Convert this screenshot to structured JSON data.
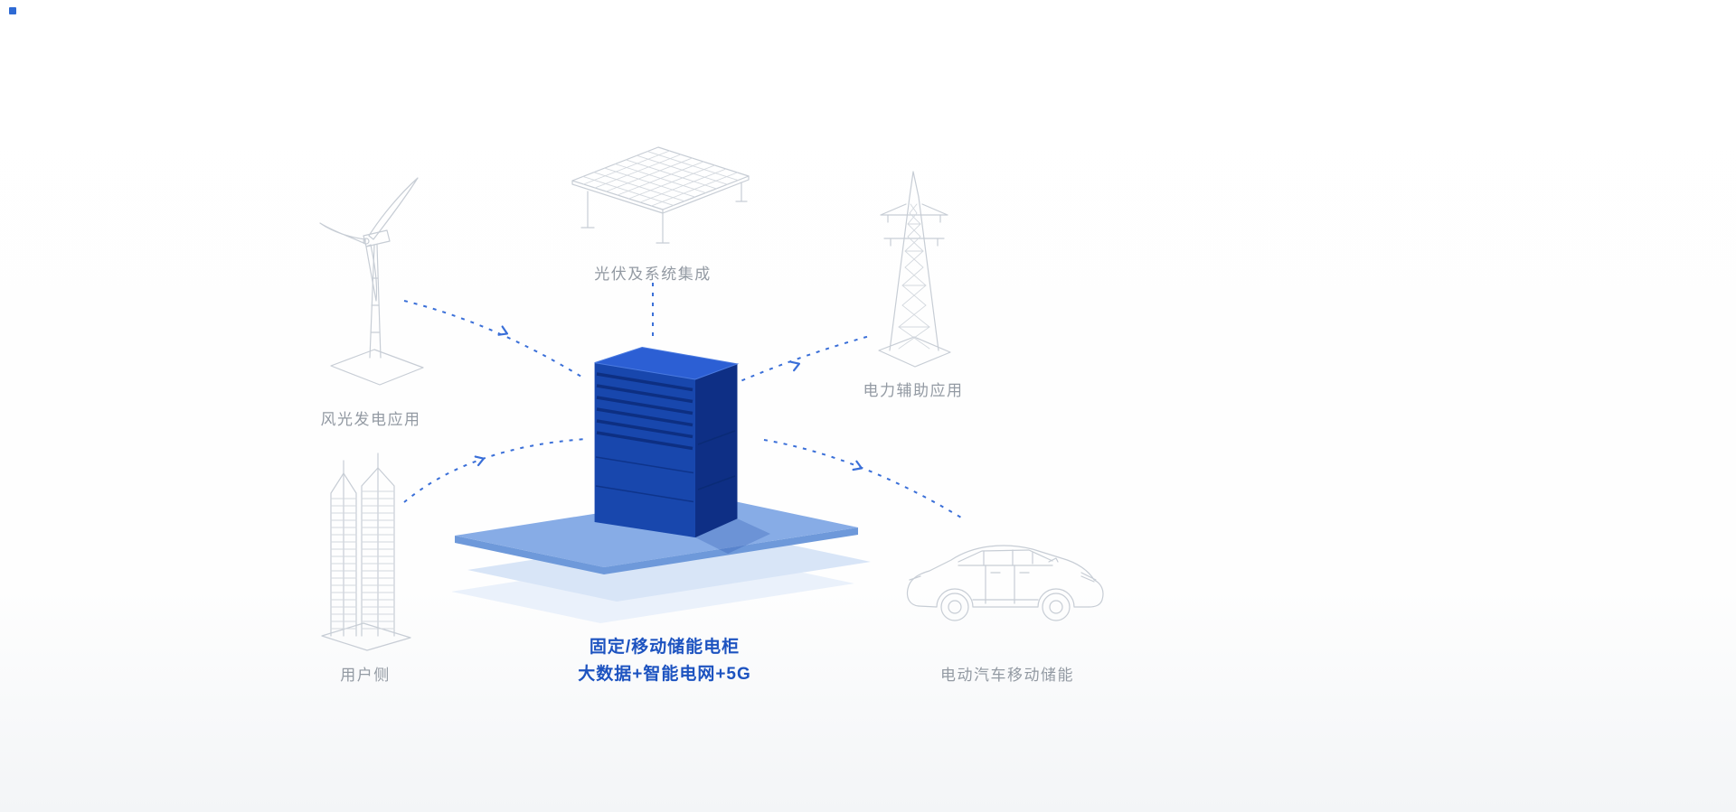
{
  "page": {
    "background_top": "#ffffff",
    "background_bottom": "#f3f5f7"
  },
  "diagram": {
    "center": {
      "line1": "固定/移动储能电柜",
      "line2": "大数据+智能电网+5G",
      "illustration": "storage-cabinet-on-platform"
    },
    "nodes": {
      "wind": {
        "label": "风光发电应用",
        "icon": "wind-turbine-icon"
      },
      "solar": {
        "label": "光伏及系统集成",
        "icon": "solar-panel-icon"
      },
      "tower": {
        "label": "电力辅助应用",
        "icon": "transmission-tower-icon"
      },
      "buildings": {
        "label": "用户侧",
        "icon": "city-buildings-icon"
      },
      "car": {
        "label": "电动汽车移动储能",
        "icon": "electric-car-icon"
      }
    },
    "connections": [
      {
        "from": "wind",
        "to": "center",
        "style": "dashed-curve-arrow"
      },
      {
        "from": "solar",
        "to": "center",
        "style": "dashed-line"
      },
      {
        "from": "center",
        "to": "tower",
        "style": "dashed-curve-arrow"
      },
      {
        "from": "buildings",
        "to": "center",
        "style": "dashed-curve-arrow"
      },
      {
        "from": "center",
        "to": "car",
        "style": "dashed-curve-arrow"
      }
    ],
    "colors": {
      "arrow_blue": "#3a6fd8",
      "label_gray": "#939aa3",
      "caption_blue": "#1d53c0",
      "cabinet_front": "#1847ad",
      "cabinet_side": "#0e2f85",
      "cabinet_top": "#2c5fd4",
      "platform_top": "#87ace6",
      "platform_edge": "#6e99da",
      "platform_shadow_1": "#d8e5f7",
      "platform_shadow_2": "#eaf1fb",
      "icon_stroke": "#c7cdd5"
    }
  }
}
